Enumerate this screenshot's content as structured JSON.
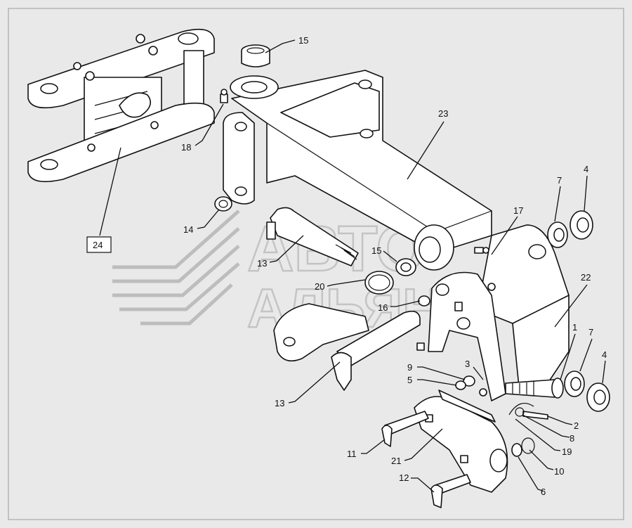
{
  "watermark": {
    "line1": "АВТО",
    "line2": "АЛЬЯНС"
  },
  "callouts": [
    {
      "id": "c15a",
      "text": "15"
    },
    {
      "id": "c23",
      "text": "23"
    },
    {
      "id": "c18",
      "text": "18"
    },
    {
      "id": "c24",
      "text": "24"
    },
    {
      "id": "c14",
      "text": "14"
    },
    {
      "id": "c13a",
      "text": "13"
    },
    {
      "id": "c15b",
      "text": "15"
    },
    {
      "id": "c20",
      "text": "20"
    },
    {
      "id": "c16",
      "text": "16"
    },
    {
      "id": "c13b",
      "text": "13"
    },
    {
      "id": "c7a",
      "text": "7"
    },
    {
      "id": "c4a",
      "text": "4"
    },
    {
      "id": "c17",
      "text": "17"
    },
    {
      "id": "c22",
      "text": "22"
    },
    {
      "id": "c1",
      "text": "1"
    },
    {
      "id": "c7b",
      "text": "7"
    },
    {
      "id": "c4b",
      "text": "4"
    },
    {
      "id": "c9",
      "text": "9"
    },
    {
      "id": "c5",
      "text": "5"
    },
    {
      "id": "c3",
      "text": "3"
    },
    {
      "id": "c2",
      "text": "2"
    },
    {
      "id": "c8",
      "text": "8"
    },
    {
      "id": "c19",
      "text": "19"
    },
    {
      "id": "c10",
      "text": "10"
    },
    {
      "id": "c6",
      "text": "6"
    },
    {
      "id": "c11",
      "text": "11"
    },
    {
      "id": "c21",
      "text": "21"
    },
    {
      "id": "c12",
      "text": "12"
    }
  ]
}
